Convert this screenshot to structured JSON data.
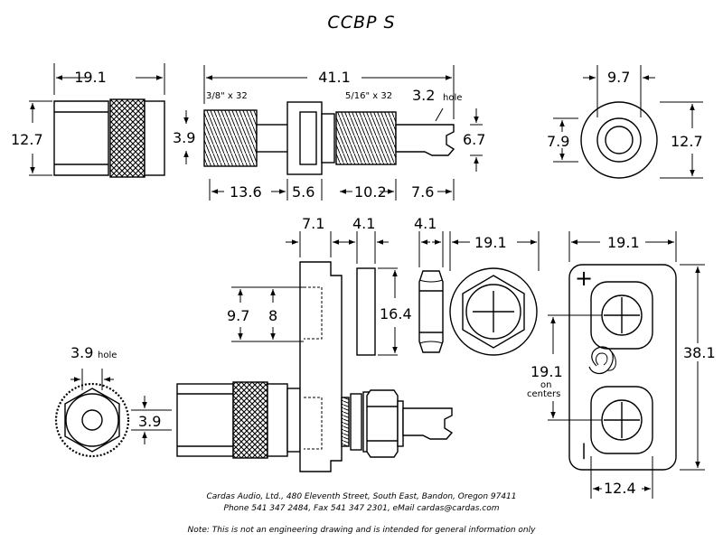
{
  "title": "CCBP S",
  "dims": {
    "top_cap_width": "19.1",
    "top_cap_height": "12.7",
    "overall_length": "41.1",
    "thread_left": "3/8\" x 32",
    "thread_right": "5/16\" x 32",
    "hole_dim": "3.2",
    "hole_word": "hole",
    "lug_diameter": "3.9",
    "tip_height": "6.7",
    "seg1": "13.6",
    "seg2": "5.6",
    "seg3": "10.2",
    "seg4": "7.6",
    "end_inner": "9.7",
    "end_inner_h": "7.9",
    "end_outer_h": "12.7",
    "flange_w": "7.1",
    "washer_w": "4.1",
    "nut_w": "4.1",
    "nut_face_w": "19.1",
    "plate_w": "19.1",
    "flange_h1": "9.7",
    "flange_h2": "8",
    "washer_h": "16.4",
    "centers_val": "19.1",
    "centers_txt1": "on",
    "centers_txt2": "centers",
    "plate_h": "38.1",
    "plate_bottom": "12.4",
    "hole2_dim": "3.9",
    "hole2_word": "hole",
    "cap_side_h": "3.9",
    "plus": "+",
    "minus": "|"
  },
  "footer": {
    "line1": "Cardas Audio, Ltd., 480 Eleventh Street, South East, Bandon, Oregon 97411",
    "line2": "Phone 541 347 2484, Fax 541 347 2301, eMail cardas@cardas.com",
    "note": "Note: This is not an engineering drawing and is intended for general information only"
  }
}
